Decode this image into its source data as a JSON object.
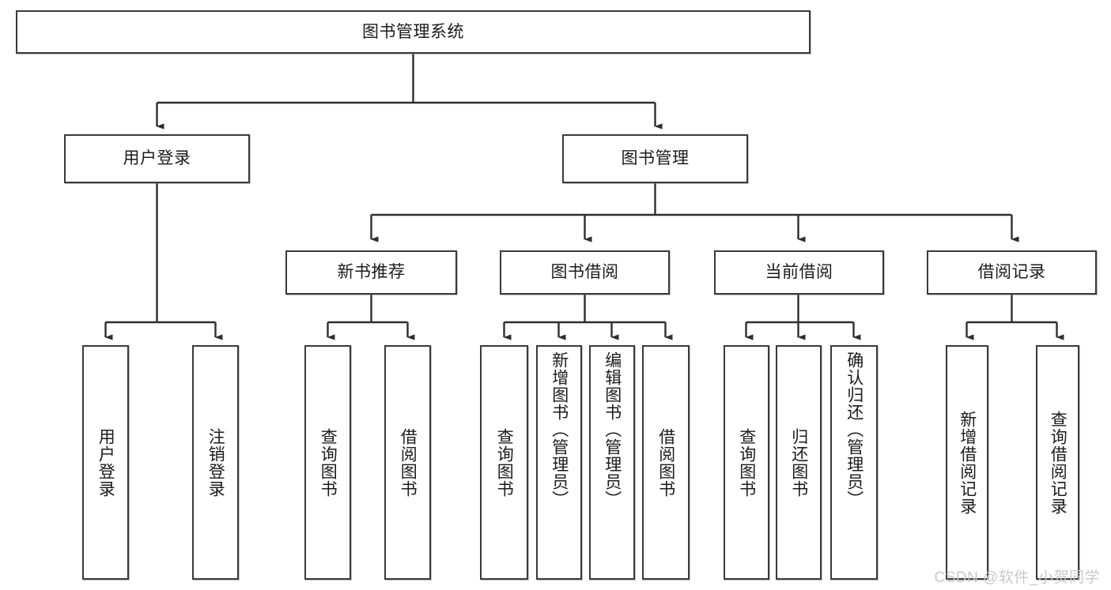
{
  "diagram": {
    "title": "图书管理系统",
    "type": "hierarchy-tree",
    "watermark": "CSDN @软件_小贺同学",
    "nodes": {
      "root": {
        "label": "图书管理系统",
        "level": 1,
        "orientation": "horizontal"
      },
      "l2": [
        {
          "id": "user-login",
          "label": "用户登录",
          "level": 2,
          "orientation": "horizontal"
        },
        {
          "id": "book-management",
          "label": "图书管理",
          "level": 2,
          "orientation": "horizontal"
        }
      ],
      "l3": [
        {
          "id": "new-book-recommend",
          "label": "新书推荐",
          "level": 3,
          "orientation": "horizontal"
        },
        {
          "id": "book-borrow",
          "label": "图书借阅",
          "level": 3,
          "orientation": "horizontal"
        },
        {
          "id": "current-borrow",
          "label": "当前借阅",
          "level": 3,
          "orientation": "horizontal"
        },
        {
          "id": "borrow-record",
          "label": "借阅记录",
          "level": 3,
          "orientation": "horizontal"
        }
      ],
      "leaves": [
        {
          "id": "leaf-user-login",
          "label": "用户登录",
          "parent": "user-login",
          "orientation": "vertical"
        },
        {
          "id": "leaf-user-logout",
          "label": "注销登录",
          "parent": "user-login",
          "orientation": "vertical"
        },
        {
          "id": "leaf-query-book-1",
          "label": "查询图书",
          "parent": "new-book-recommend",
          "orientation": "vertical"
        },
        {
          "id": "leaf-borrow-book-1",
          "label": "借阅图书",
          "parent": "new-book-recommend",
          "orientation": "vertical"
        },
        {
          "id": "leaf-query-book-2",
          "label": "查询图书",
          "parent": "book-borrow",
          "orientation": "vertical"
        },
        {
          "id": "leaf-add-book",
          "label": "新增图书（管理员）",
          "parent": "book-borrow",
          "orientation": "vertical"
        },
        {
          "id": "leaf-edit-book",
          "label": "编辑图书（管理员）",
          "parent": "book-borrow",
          "orientation": "vertical"
        },
        {
          "id": "leaf-borrow-book-2",
          "label": "借阅图书",
          "parent": "book-borrow",
          "orientation": "vertical"
        },
        {
          "id": "leaf-query-book-3",
          "label": "查询图书",
          "parent": "current-borrow",
          "orientation": "vertical"
        },
        {
          "id": "leaf-return-book",
          "label": "归还图书",
          "parent": "current-borrow",
          "orientation": "vertical"
        },
        {
          "id": "leaf-confirm-return",
          "label": "确认归还（管理员）",
          "parent": "current-borrow",
          "orientation": "vertical"
        },
        {
          "id": "leaf-add-record",
          "label": "新增借阅记录",
          "parent": "borrow-record",
          "orientation": "vertical"
        },
        {
          "id": "leaf-query-record",
          "label": "查询借阅记录",
          "parent": "borrow-record",
          "orientation": "vertical"
        }
      ]
    },
    "colors": {
      "stroke": "#3a3a3a",
      "fill": "#ffffff",
      "text": "#1b1b1b",
      "watermark": "#c9c9c9"
    }
  }
}
